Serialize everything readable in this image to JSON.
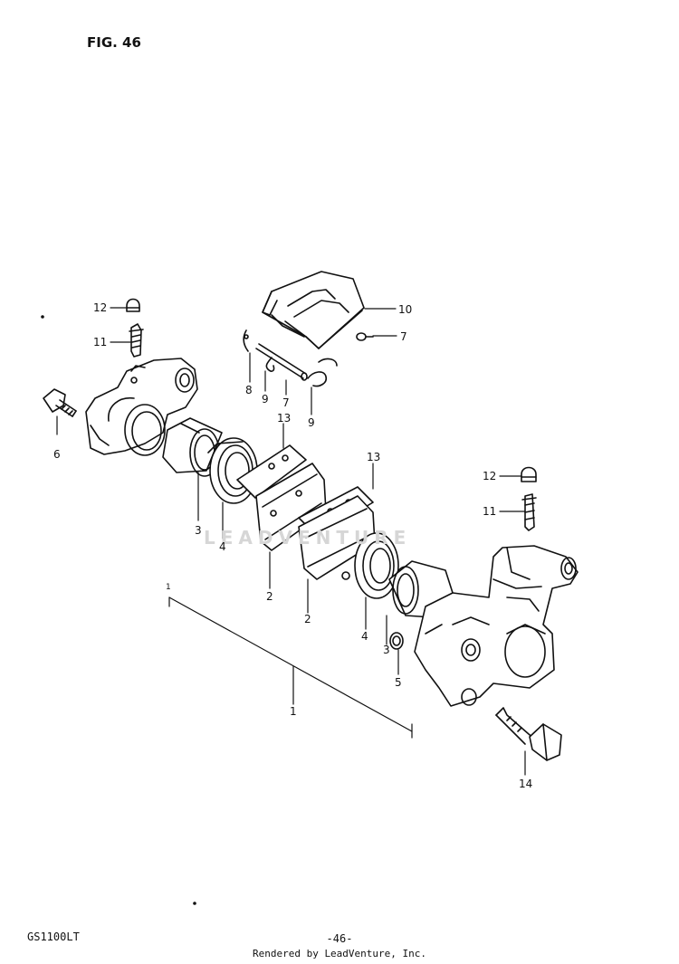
{
  "figure": {
    "title": "FIG. 46",
    "model_code": "GS1100LT",
    "page_number": "-46-",
    "credit": "Rendered by LeadVenture, Inc.",
    "watermark": "LEADVENTURE"
  },
  "callouts": {
    "c1_top": "1",
    "c1_main": "1",
    "c2_left": "2",
    "c2_right": "2",
    "c3_left": "3",
    "c3_right": "3",
    "c4_left": "4",
    "c4_right": "4",
    "c5": "5",
    "c6": "6",
    "c7_upper": "7",
    "c7_lower": "7",
    "c8": "8",
    "c9_left": "9",
    "c9_right": "9",
    "c10": "10",
    "c11_left": "11",
    "c11_right": "11",
    "c12_left": "12",
    "c12_right": "12",
    "c13_left": "13",
    "c13_right": "13",
    "c14": "14"
  }
}
